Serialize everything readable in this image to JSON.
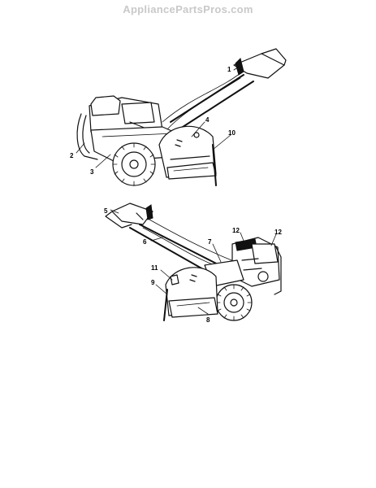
{
  "watermark": "AppliancePartsPros.com",
  "callouts": {
    "c1": "1",
    "c2": "2",
    "c3": "3",
    "c4": "4",
    "c5": "5",
    "c6": "6",
    "c7": "7",
    "c8": "8",
    "c9": "9",
    "c10": "10",
    "c11": "11",
    "c12a": "12",
    "c12b": "12"
  }
}
